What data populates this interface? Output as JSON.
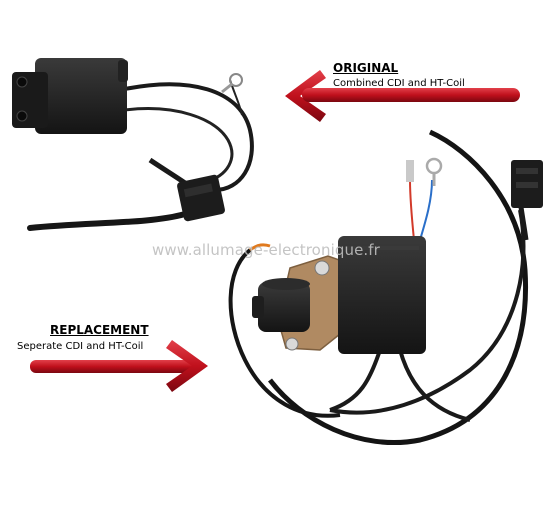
{
  "labels": {
    "original_title": "ORIGINAL",
    "original_subtitle": "Combined CDI and HT-Coil",
    "replacement_title": "REPLACEMENT",
    "replacement_subtitle": "Seperate CDI and HT-Coil"
  },
  "watermark": "www.allumage-electronique.fr",
  "colors": {
    "arrow_red": "#c0101c",
    "component_black": "#1c1c1c",
    "mount_plate_tan": "#b08a62",
    "wire_blue": "#2a6fc9",
    "wire_red": "#d23a2a",
    "wire_orange": "#e07a1e"
  }
}
